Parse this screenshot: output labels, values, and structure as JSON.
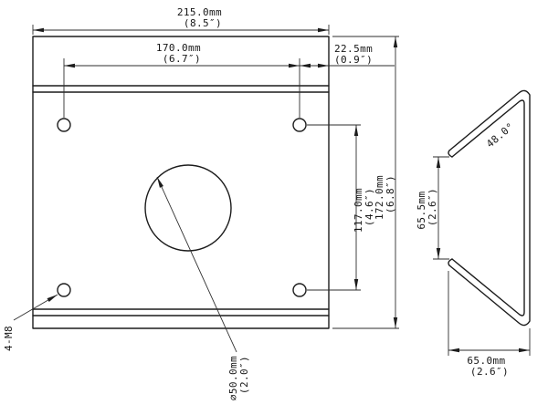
{
  "colors": {
    "line": "#1c1c1c",
    "background": "#ffffff"
  },
  "front_view": {
    "dim_total_width_mm": "215.0mm",
    "dim_total_width_in": "(8.5″)",
    "dim_hole_span_mm": "170.0mm",
    "dim_hole_span_in": "(6.7″)",
    "dim_edge_offset_mm": "22.5mm",
    "dim_edge_offset_in": "(0.9″)",
    "dim_hole_span_v_mm": "117.0mm",
    "dim_hole_span_v_in": "(4.6″)",
    "dim_total_height_mm": "172.0mm",
    "dim_total_height_in": "(6.8″)",
    "thread_callout": "4-M8",
    "center_hole_dia_mm": "∅50.0mm",
    "center_hole_dia_in": "(2.0″)"
  },
  "side_view": {
    "bend_angle": "48.0°",
    "dim_flange_gap_mm": "65.5mm",
    "dim_flange_gap_in": "(2.6″)",
    "dim_depth_mm": "65.0mm",
    "dim_depth_in": "(2.6″)"
  }
}
